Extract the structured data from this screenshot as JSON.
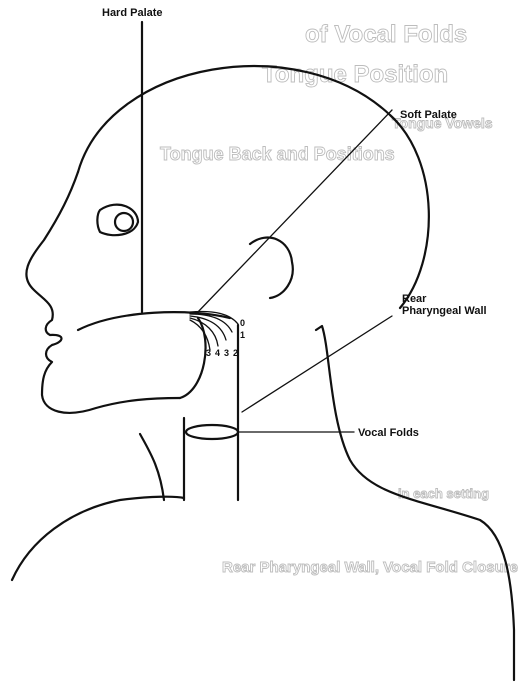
{
  "labels": {
    "hard_palate": "Hard Palate",
    "soft_palate": "Soft Palate",
    "rear_pharyngeal_wall_line1": "Rear",
    "rear_pharyngeal_wall_line2": "Pharyngeal Wall",
    "vocal_folds": "Vocal Folds"
  },
  "tongue_numbers": {
    "top": "0",
    "second": "1",
    "row": [
      "3",
      "4",
      "3",
      "2"
    ]
  },
  "bleed_through_text": {
    "line_a": "of Vocal Folds",
    "line_b": "Tongue Position",
    "line_c": "Tongue Vowels",
    "line_d": "Tongue Back and Positions",
    "line_e": "in each setting",
    "line_f": "Rear Pharyngeal Wall, Vocal Fold Closure"
  },
  "colors": {
    "ink": "#111111",
    "bleed_through": "#bdbdbd",
    "background": "#ffffff"
  }
}
